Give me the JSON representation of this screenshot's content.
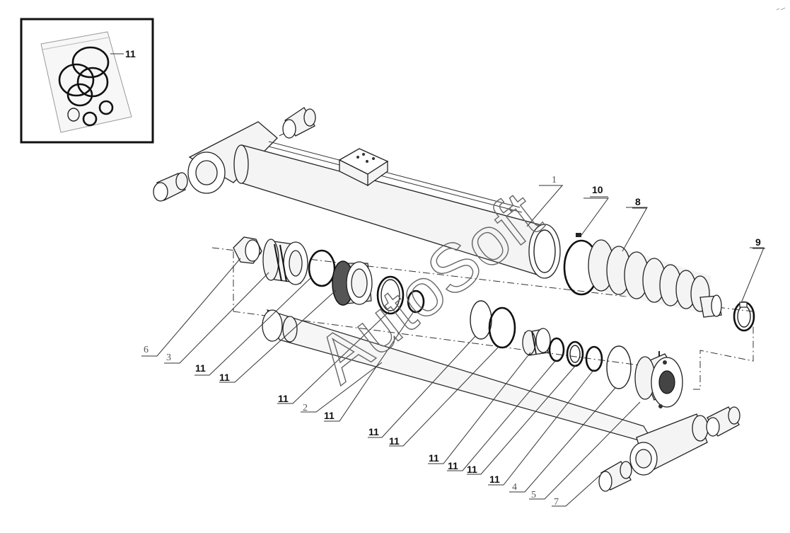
{
  "watermark": "AutoSoft",
  "inset": {
    "callout": "11"
  },
  "callouts": {
    "p1": "1",
    "p2": "2",
    "p3": "3",
    "p4": "4",
    "p5": "5",
    "p6": "6",
    "p7": "7",
    "p8": "8",
    "p9": "9",
    "p10": "10",
    "seal": "11"
  }
}
